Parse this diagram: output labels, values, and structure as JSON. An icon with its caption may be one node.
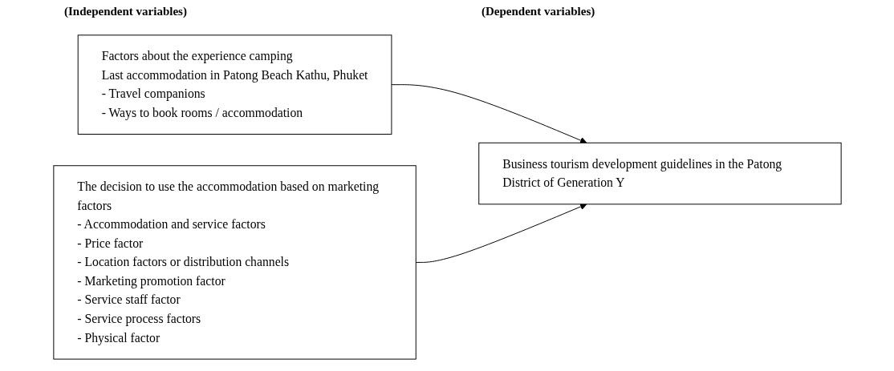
{
  "diagram": {
    "nodes": [
      {
        "text": [
          "Factors about the experience camping",
          "Last accommodation in Patong Beach Kathu, Phuket",
          "- Travel companions",
          "- Ways to book rooms / accommodation"
        ]
      },
      {
        "text": [
          "The decision to use the accommodation based on marketing factors",
          "- Accommodation and service factors",
          "- Price factor",
          "- Location factors or distribution channels",
          "- Marketing promotion factor",
          "- Service staff factor",
          "- Service process factors",
          "- Physical factor"
        ]
      },
      {
        "text": [
          "Business tourism development guidelines in the Patong District of Generation Y"
        ]
      }
    ],
    "edges": [
      {
        "from": 0,
        "to": 2,
        "arrow": "to"
      },
      {
        "from": 1,
        "to": 2,
        "arrow": "to"
      }
    ],
    "labels": [
      "(Dependent variables)",
      "(Independent variables)"
    ]
  }
}
